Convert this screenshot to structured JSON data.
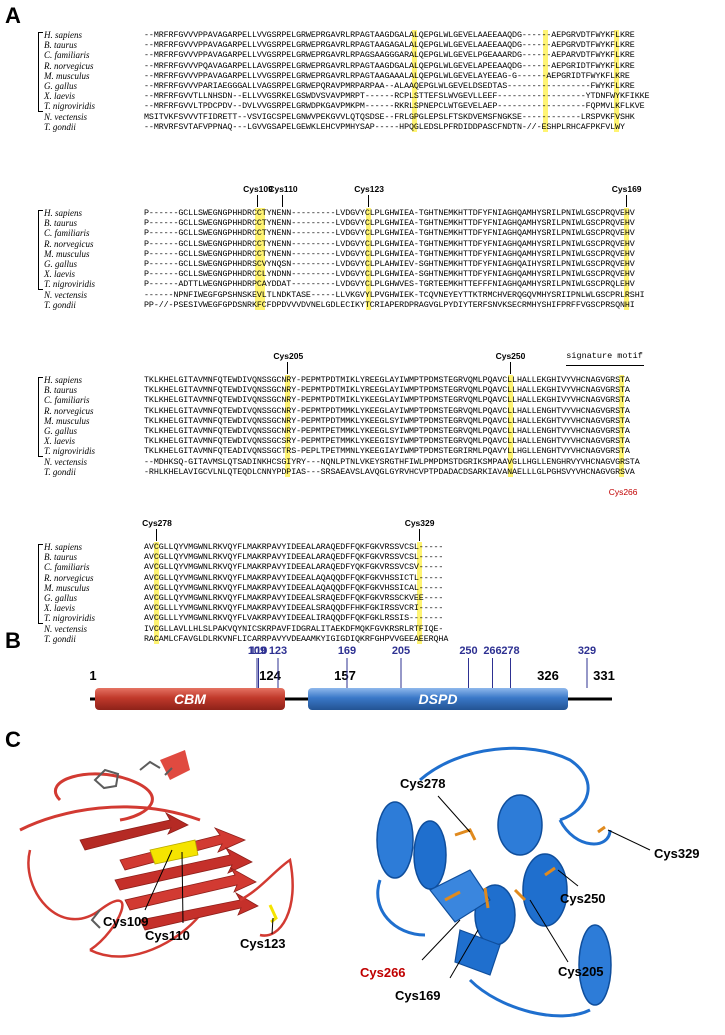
{
  "panels": {
    "a": "A",
    "b": "B",
    "c": "C"
  },
  "species": [
    "H. sapiens",
    "B. taurus",
    "C. familiaris",
    "R. norvegicus",
    "M. musculus",
    "G. gallus",
    "X. laevis",
    "T. nigroviridis",
    "N. vectensis",
    "T. gondii"
  ],
  "alignment_blocks": [
    {
      "rows": [
        "--MRFRFGVVVPPAVAGARPELLVVGSRPELGRWEPRGAVRLRPAGTAAGDGALALQEPGLWLGEVELAAEEAAQDG------AEPGRVDTFWYKFLKRE",
        "--MRFRFGVVVPPAVAGARPELLVVGSRPELGRWEPRGAVRLRPAGTAAGAGALALQEPGLWLGEVELAAEEAAQDG------AEPGRVDTFWYKFLKRE",
        "--MRFRFGVVVPPAVAGARPELLVVGSRPELGRWEPRGAVRLRPAGSAAGGGARALQEPGLWLGEVELPGEAAARDG------AEPARVDTFWYKFLKRE",
        "--MRFRFGVVVPQAVAGARPELLAVGSRPELGRWEPRGAVRLRPAGTAAGDGALALQEPGLWLGEVELAPEEAAQDG------AEPGRIDTFWYKFLKRE",
        "--MRFRFGVVVPPAVAGARPELLVVGSRPELGRWEPRGAVRLRPAGTAAGAAALALQEPGLWLGEVELAYEEAG-G------AEPGRIDTFWYKFLKRE",
        "--MRFRFGVVVPARIAEGGGALLVAGSRPELGRWEPQRAVPMRPARPAA--ALAAQEPGLWLGEVELDSEDTAS-----------------FWYKFLKRE",
        "--MRFRFGVVTLLNHSDN--ELLVVGSRKELGSWDVSVAVPMRPT------RCPLSTTEFSLWVGEVLLEEF------------------YTDNFWYKFIKKE",
        "--MRFRFGVVLTPDCPDV--DVLVVGSRPELGRWDPKGAVPMKPM------RKRLSPNEPCLWTGEVELAEP------------------FQPMVLKFLKVE",
        "MSITVKFSVVVTFIDRETT--VSVIGCSPELGNWVPEKGVVLQTQSDSE--FRLGPGLEPSLFTSKDVEMSFNGKSE------------LRSPVKFVSHK",
        "--MRVRFSVTAFVPPNAQ---LGVVGSAPELGEWKLEHCVPMHYSAP-----HPQGLEDSLPFRDIDDPASCFNDTN-//-ESHPLRHCAFPKFVLWY"
      ],
      "labels": []
    },
    {
      "rows": [
        "P------GCLLSWEGNGPHHDRCCTYNENN---------LVDGVYCLPLGHWIEA-TGHTNEMKHTTDFYFNIAGHQAMHYSRILPNIWLGSCPRQVEHV",
        "P------GCLLSWEGNGPHHDRCCTYNENN---------LVDGVYCLPLGHWIEA-TGHTNEMKHTTDFYFNIAGHQAMHYSRILPNIWLGSCPRQVEHV",
        "P------GCLLSWEGNGPHHDRCCTYNENN---------LVDGVYCLPLGHWIEA-TGHTNEMKHTTDFYFNIAGHQAMHYSRILPNIWLGSCPRQVEHV",
        "P------GCLLSWEGNGPHHDRCCTYNENN---------LVDGVYCLPLGHWIEA-TGHTNEMKHTTDFYFNIAGHQAMHYSRILPNIWLGSCPRQVEHV",
        "P------GCLLSWEGNGPHHDRCCTYNENN---------LVDGVYCLPLGHWIEA-TGHTNEMKHTTDFYFNIAGHQAMHYSRILPNIWLGSCPRQVEHV",
        "P------GCLLSWEGNGPHHDRSCVYNQSN---------LVDGVYCLPLAHWIEV-SGHTNEMKHTTDFYFNIAGHQAIHYSRILPNIWLGSCPRQVEHV",
        "P------GCLLSWEGNGPHHDRCCLYNDNN---------LVDGVYCLPLGHWIEA-SGHTNEMKHTTDFYFNIAGHQAMHYSRILPNIWLGSCPRQVEHV",
        "P------ADTTLWEGNGPHHDRPCAYDDAT---------LVDGVYCLPLGHWVES-TGRTEEMKHTTEFFFNIAGHQAMHYSRILPNIWLGSCPRQLEHV",
        "------NPNFIWEGFGPSHNSKEVLTLNDKTASE-----LLVKGVYLPVGHWIEK-TCQVNEYEYTTKTRMCHVERQGQVMHYSRIIPNLWLGSCPRLRSHI",
        "PP-//-PSESIVWEGFGPDSNRKFCFDPDVVVDVNELGDLECIKYTCRIAPERDPRAGVGLPYDIYTERFSNVKSECRMHYSHIFPRFFVGSCPRSQNHI"
      ],
      "labels": [
        "Cys109",
        "Cys110",
        "Cys123",
        "Cys169"
      ]
    },
    {
      "rows": [
        "TKLKHELGITAVMNFQTEWDIVQNSSGCNRY-PEPMTPDTMIKLYREEGLAYIWMPTPDMSTEGRVQMLPQAVCLLHALLEKGHIVYVHCNAGVGRSTA",
        "TKLKHELGITAVMNFQTEWDIVQNSSGCNRY-PEPMTPDTMIKLYREEGLAYIWMPTPDMSTEGRVQMLPQAVCLLHALLEKGHIVYVHCNAGVGRSTA",
        "TKLKHELGITAVMNFQTEWDIVQNSSGCNRY-PEPMTPDTMIKLYKEEGLAYIWMPTPDMSTEGRVQMLPQAVCLLHALLEKGHIVYVHCNAGVGRSTA",
        "TKLKHELGITAVMNFQTEWDIVQNSSGCNRY-PEPMTPDTMMKLYKEEGLAYIWMPTPDMSTEGRVQMLPQAVCLLHALLENGHTVYVHCNAGVGRSTA",
        "TKLKHELGITAVMNFQTEWDIVQNSSGCNRY-PEPMTPDTMMKLYKEEGLSYIWMPTPDMSTEGRVQMLPQAVCLLHALLEKGHTVYVHCNAGVGRSTA",
        "TKLKHELGITAVMNFQTEWDIVQNSSGCNRY-PEPMTPETMMKLYKEEGLSYIWMPTPDMSTEGRVQMLPQAVCLLHALLENGHTVYVHCNAGVGRSTA",
        "TKLKHELGITAVMNFQTEWDIVQNSSGCSRY-PEPMTPETMMKLYKEEGISYIWMPTPDMSTEGRVQMLPQAVCLLHALLENGHTVYVHCNAGVGRSTA",
        "TKLKHELGITAVMNFQTEADIVQNSSGCTRS-PEPLTPETMMNLYKEEGIAYIWMPTPDMSTEGRIRMLPQAVYLLHGLLENGHTVYVHCNAGVGRSTA",
        "--MDHKSQ-GITAVMSLQTSADINKHCSGIYRY---NQNLPTNLVKEYSRGTHFIWLPMPDMSTDGRIKSMPAAVGLLHGLLENGHRVYVHCNAGVGRSTA",
        "-RHLKHELAVIGCVLNLQTEQDLCNNYPDPIAS---SRSAEAVSLAVQGLGYRVHCVPTPDADACDSARKIAVANAELLLGLPGHSVYVHCNAGVGRSVA"
      ],
      "labels": [
        "Cys205",
        "Cys250",
        "signature motif",
        "Cys266"
      ]
    },
    {
      "rows": [
        "AVCGLLQYVMGWNLRKVQYFLMAKRPAVYIDEEALARAQEDFFQKFGKVRSSVCSL-----",
        "AVCGLLQYVMGWNLRKVQYFLMAKRPAVYIDEEALARAQEDFFQKFGKVRSSVCSL-----",
        "AVCGLLQYVMGWNLRKVQYFLMAKRPAVYIDEEALARAQEDFYQKFGKVRSSVCSV-----",
        "AVCGLLQYVMGWNLRKVQYFLMAKRPAVYIDEEALAQAQQDFFQKFGKVHSSICTL-----",
        "AVCGLLQYVMGWNLRKVQYFLMAKRPAVYIDEEALAQAQQDFFQKFGKVHSSICAL-----",
        "AVCGLLQYVMGWNLRKVQYFLMAKRPAVYIDEEALSRAQEDFFQKFGKVRSSCKVEE----",
        "AVCGLLLYVMGWNLRKVQYFLMAKRPAVYIDEEALSRAQQDFFHKFGKIRSSVCRI-----",
        "AVCGLLLYVMGWNLRKVQYFLVAKRPAVYIDEEALIRAQQDFFQKFGKLRSSIS-------",
        "IVCGLLAVLLHLSLPAKVQYNICSKRPAVFIDGRALITAEKDFMQKFGVKRSRLRTFIQE-",
        "RACAMLCFAVGLDLRKVNFLICARRPAVYVDEAAMKYIGIGDIQKRFGHPVVGEEAEERQHA"
      ],
      "labels": [
        "Cys278",
        "Cys329"
      ]
    }
  ],
  "domain_map": {
    "start": "1",
    "end": "331",
    "cbm": {
      "label": "CBM",
      "end": "124"
    },
    "dspd": {
      "label": "DSPD",
      "start": "157",
      "end": "326"
    },
    "cys_positions": [
      "109",
      "110",
      "123",
      "169",
      "205",
      "250",
      "266",
      "278",
      "329"
    ],
    "colors": {
      "cbm": "#c0392b",
      "dspd": "#3a78c8",
      "ticks": "#2e3192"
    }
  },
  "structures": {
    "cbm_labels": [
      "Cys109",
      "Cys110",
      "Cys123"
    ],
    "dspd_labels": [
      "Cys278",
      "Cys250",
      "Cys329",
      "Cys266",
      "Cys169",
      "Cys205"
    ],
    "colors": {
      "cbm_ribbon": "#d23a32",
      "dspd_ribbon": "#1f6fce",
      "cys_yellow": "#f5e400",
      "cys_orange": "#e08a1e",
      "highlight_label": "#c00000"
    }
  }
}
